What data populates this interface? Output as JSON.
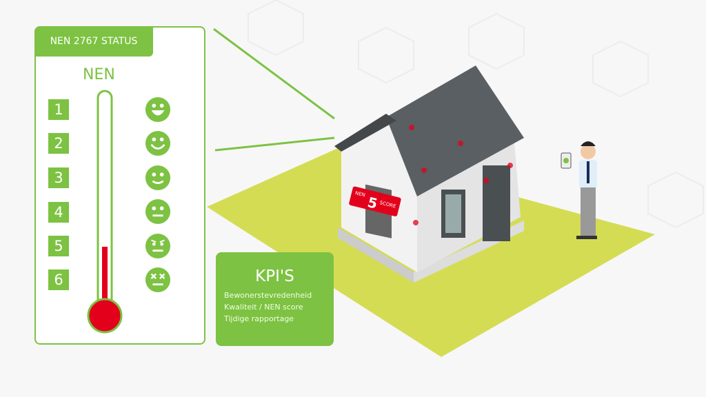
{
  "status_panel": {
    "title": "NEN 2767 STATUS",
    "scale_label": "NEN",
    "levels": [
      "1",
      "2",
      "3",
      "4",
      "5",
      "6"
    ],
    "faces": [
      "very-happy-face-icon",
      "happy-face-icon",
      "smile-face-icon",
      "neutral-face-icon",
      "annoyed-face-icon",
      "dead-face-icon"
    ],
    "current_level": 5
  },
  "kpi": {
    "title": "KPI'S",
    "items": [
      "Bewonerstevredenheid",
      "Kwaliteit / NEN score",
      "Tijdige rapportage"
    ]
  },
  "house_badge": {
    "left": "NEN",
    "score": "5",
    "right": "SCORE"
  },
  "colors": {
    "accent": "#7dc242",
    "alert": "#e3001b",
    "lawn": "#d4dc54"
  }
}
